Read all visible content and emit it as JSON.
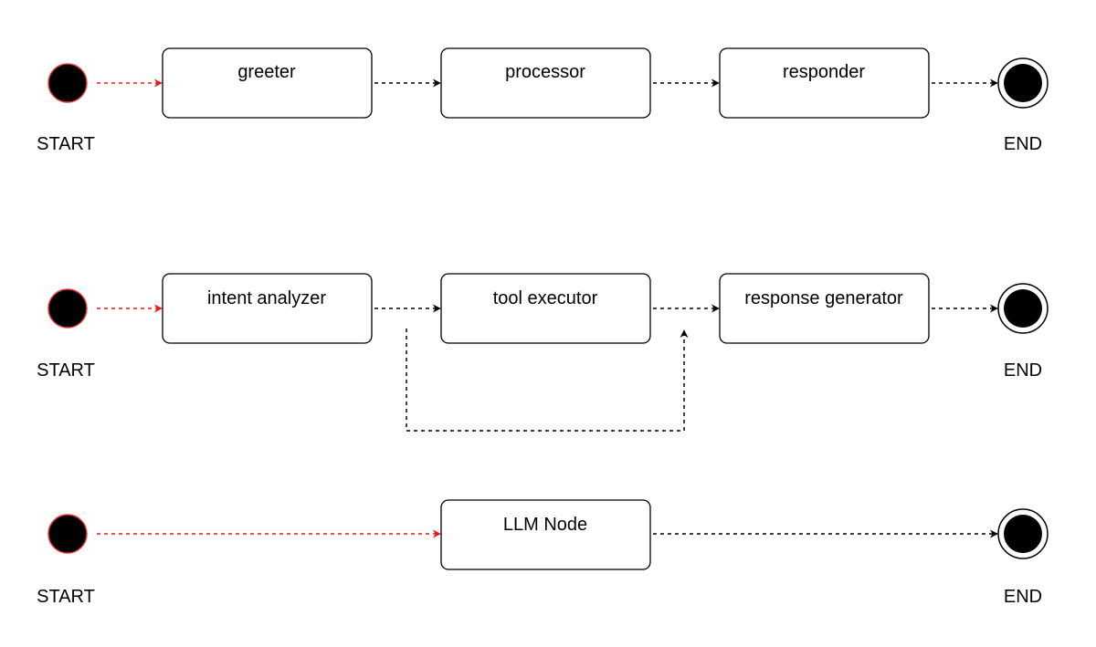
{
  "colors": {
    "start_fill": "#000000",
    "start_stroke": "#e53935",
    "start_edge": "#e8181b",
    "edge": "#000000"
  },
  "flows": [
    {
      "start_label": "START",
      "end_label": "END",
      "nodes": [
        "greeter",
        "processor",
        "responder"
      ]
    },
    {
      "start_label": "START",
      "end_label": "END",
      "nodes": [
        "intent analyzer",
        "tool executor",
        "response generator"
      ]
    },
    {
      "start_label": "START",
      "end_label": "END",
      "nodes": [
        "LLM Node"
      ]
    }
  ]
}
